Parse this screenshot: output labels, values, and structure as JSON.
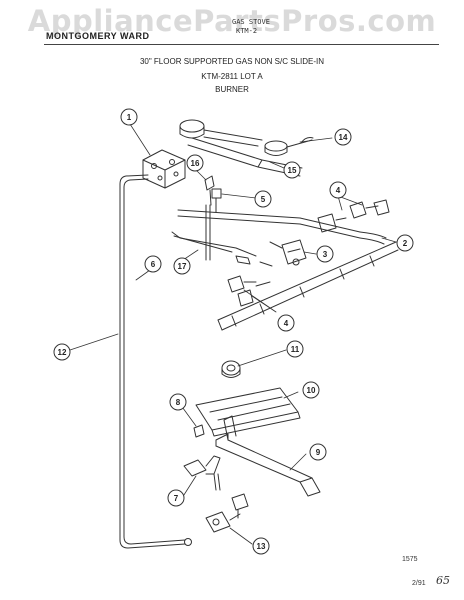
{
  "watermark": "AppliancePartsPros.com",
  "header": {
    "product": "GAS STOVE",
    "model_fragment": "KTM-2",
    "brand": "MONTGOMERY WARD"
  },
  "title": {
    "line1": "30\" FLOOR SUPPORTED GAS NON S/C SLIDE-IN",
    "line2": "KTM-2811 LOT A",
    "line3": "BURNER"
  },
  "callouts": [
    "1",
    "2",
    "3",
    "4",
    "4",
    "5",
    "6",
    "7",
    "8",
    "9",
    "10",
    "11",
    "12",
    "13",
    "14",
    "15",
    "16",
    "17"
  ],
  "footer": {
    "drawing_number": "1575",
    "date": "2/91",
    "handwritten": "65"
  }
}
